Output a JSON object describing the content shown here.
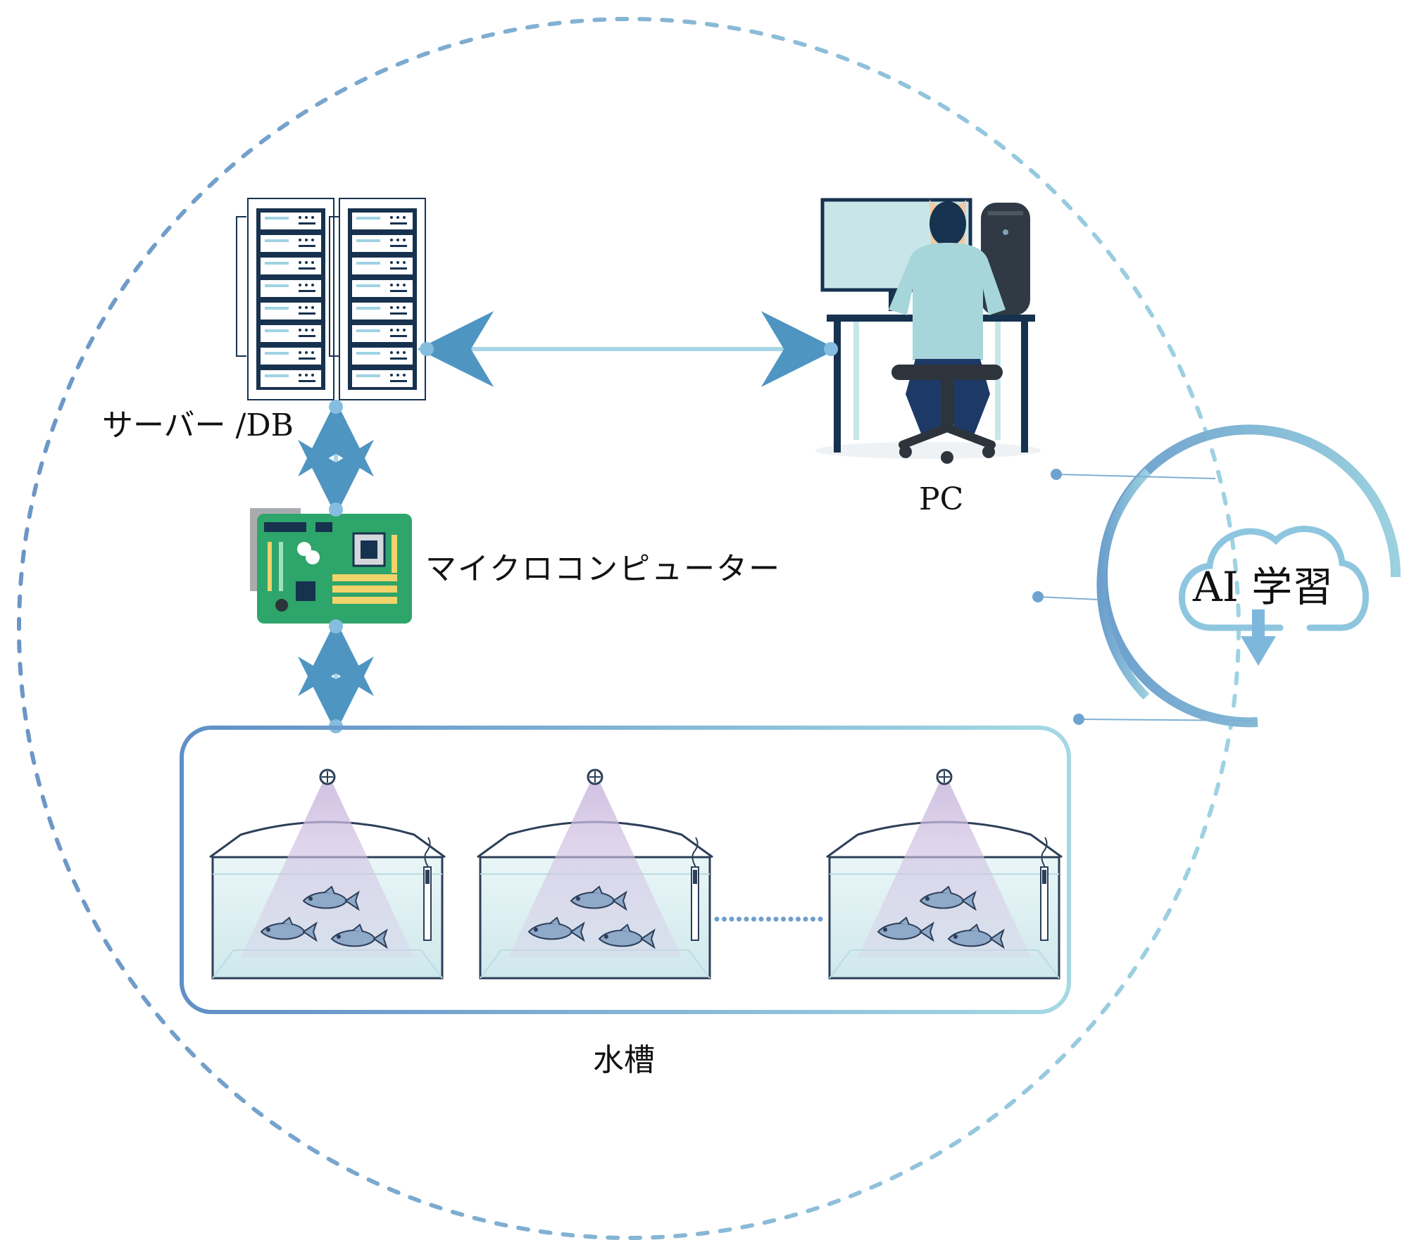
{
  "labels": {
    "server": "サーバー /DB",
    "pc": "PC",
    "microcomputer": "マイクロコンピューター",
    "tank": "水槽",
    "ai": "AI 学習"
  },
  "colors": {
    "accent_dark": "#5b8fc4",
    "accent_light": "#9fd3e3",
    "server_dark": "#17324f",
    "board_green": "#2ea56a",
    "water": "#dff1f3",
    "fish": "#8fa9c9"
  },
  "icons": [
    "server-rack-icon",
    "pc-user-icon",
    "microcomputer-board-icon",
    "fish-tank-icon",
    "camera-icon",
    "cloud-download-icon"
  ]
}
